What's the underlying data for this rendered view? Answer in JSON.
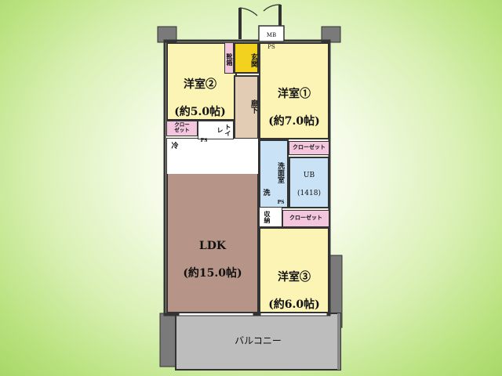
{
  "rooms": {
    "western2": {
      "name": "洋室②",
      "size": "(約5.0帖)"
    },
    "western1": {
      "name": "洋室①",
      "size": "(約7.0帖)"
    },
    "western3": {
      "name": "洋室③",
      "size": "(約6.0帖)"
    },
    "ldk": {
      "name": "LDK",
      "size": "(約15.0帖)"
    },
    "balcony": {
      "name": "バルコニー"
    },
    "entrance": {
      "name": "玄関"
    },
    "shoe_cabinet": {
      "name": "靴箱"
    },
    "hallway": {
      "name": "廊下"
    },
    "toilet": {
      "name": "トイレ"
    },
    "washroom": {
      "name": "洗面室"
    },
    "washer": {
      "name": "洗"
    },
    "unit_bath": {
      "name": "UB",
      "size": "(1418)"
    },
    "storage": {
      "name": "収納"
    },
    "fridge": {
      "name": "冷"
    },
    "mbps": {
      "line1": "MB",
      "line2": "PS"
    }
  },
  "closets": {
    "closet_w2": "クロー\nゼット",
    "closet_w1": "クローゼット",
    "closet_w3": "クローゼット"
  },
  "ps_labels": {
    "ps_toilet": "PS",
    "ps_bath": "PS"
  },
  "colors": {
    "western_room": "#fbf4b5",
    "ldk_floor": "#b69588",
    "hallway_floor": "#e2ccb4",
    "wet_area": "#c9e2f6",
    "closet": "#f3c6dd",
    "entrance": "#f2d11f",
    "balcony": "#bdbdbd",
    "background": "#b9e27f"
  }
}
